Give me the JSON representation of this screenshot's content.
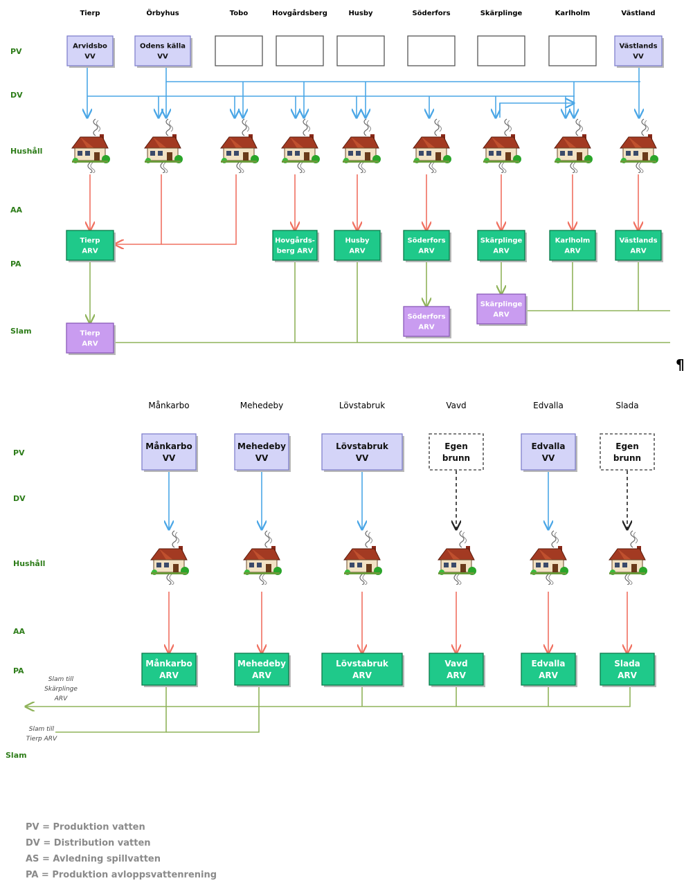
{
  "colors": {
    "row_label": "#2e7d1a",
    "plant_fill": "#d4d4f8",
    "plant_stroke": "#8080cc",
    "arv_fill": "#1fc98a",
    "arv_stroke": "#0a7a4a",
    "sludge_fill": "#c99cf0",
    "sludge_stroke": "#8a5ab8",
    "water_arrow": "#4aa6e6",
    "waste_arrow": "#f07060",
    "sludge_line": "#8fb35a",
    "legend_text": "#8a8a8a"
  },
  "top": {
    "row_labels": {
      "pv": "PV",
      "dv": "DV",
      "hushall": "Hushåll",
      "aa": "AA",
      "pa": "PA",
      "slam": "Slam"
    },
    "villages": [
      "Tierp",
      "Örbyhus",
      "Tobo",
      "Hovgårdsberg",
      "Husby",
      "Söderfors",
      "Skärplinge",
      "Karlholm",
      "Västland"
    ],
    "pv_boxes": [
      {
        "lines": [
          "Arvidsbo",
          "VV"
        ]
      },
      {
        "lines": [
          "Odens källa",
          "VV"
        ]
      },
      {
        "lines": []
      },
      {
        "lines": []
      },
      {
        "lines": []
      },
      {
        "lines": []
      },
      {
        "lines": []
      },
      {
        "lines": []
      },
      {
        "lines": [
          "Västlands",
          "VV"
        ]
      }
    ],
    "arv_boxes": [
      {
        "lines": [
          "Tierp",
          "ARV"
        ]
      },
      {
        "lines": [
          "Hovgårds-",
          "berg ARV"
        ]
      },
      {
        "lines": [
          "Husby",
          "ARV"
        ]
      },
      {
        "lines": [
          "Söderfors",
          "ARV"
        ]
      },
      {
        "lines": [
          "Skärplinge",
          "ARV"
        ]
      },
      {
        "lines": [
          "Karlholm",
          "ARV"
        ]
      },
      {
        "lines": [
          "Västlands",
          "ARV"
        ]
      }
    ],
    "sludge_boxes": [
      {
        "lines": [
          "Tierp",
          "ARV"
        ]
      },
      {
        "lines": [
          "Söderfors",
          "ARV"
        ]
      },
      {
        "lines": [
          "Skärplinge",
          "ARV"
        ]
      }
    ]
  },
  "bottom": {
    "row_labels": {
      "pv": "PV",
      "dv": "DV",
      "hushall": "Hushåll",
      "aa": "AA",
      "pa": "PA",
      "slam": "Slam"
    },
    "villages": [
      "Månkarbo",
      "Mehedeby",
      "Lövstabruk",
      "Vavd",
      "Edvalla",
      "Slada"
    ],
    "pv_boxes": [
      {
        "lines": [
          "Månkarbo",
          "VV"
        ]
      },
      {
        "lines": [
          "Mehedeby",
          "VV"
        ]
      },
      {
        "lines": [
          "Lövstabruk",
          "VV"
        ]
      },
      {
        "lines": [
          "Egen",
          "brunn"
        ]
      },
      {
        "lines": [
          "Edvalla",
          "VV"
        ]
      },
      {
        "lines": [
          "Egen",
          "brunn"
        ]
      }
    ],
    "arv_boxes": [
      {
        "lines": [
          "Månkarbo",
          "ARV"
        ]
      },
      {
        "lines": [
          "Mehedeby",
          "ARV"
        ]
      },
      {
        "lines": [
          "Lövstabruk",
          "ARV"
        ]
      },
      {
        "lines": [
          "Vavd",
          "ARV"
        ]
      },
      {
        "lines": [
          "Edvalla",
          "ARV"
        ]
      },
      {
        "lines": [
          "Slada",
          "ARV"
        ]
      }
    ],
    "notes": [
      {
        "lines": [
          "Slam till",
          "Skärplinge",
          "ARV"
        ]
      },
      {
        "lines": [
          "Slam till",
          "Tierp ARV"
        ]
      }
    ]
  },
  "pilcrow": "¶",
  "legend": [
    "PV = Produktion vatten",
    "DV = Distribution vatten",
    "AS = Avledning spillvatten",
    "PA = Produktion avloppsvattenrening"
  ]
}
